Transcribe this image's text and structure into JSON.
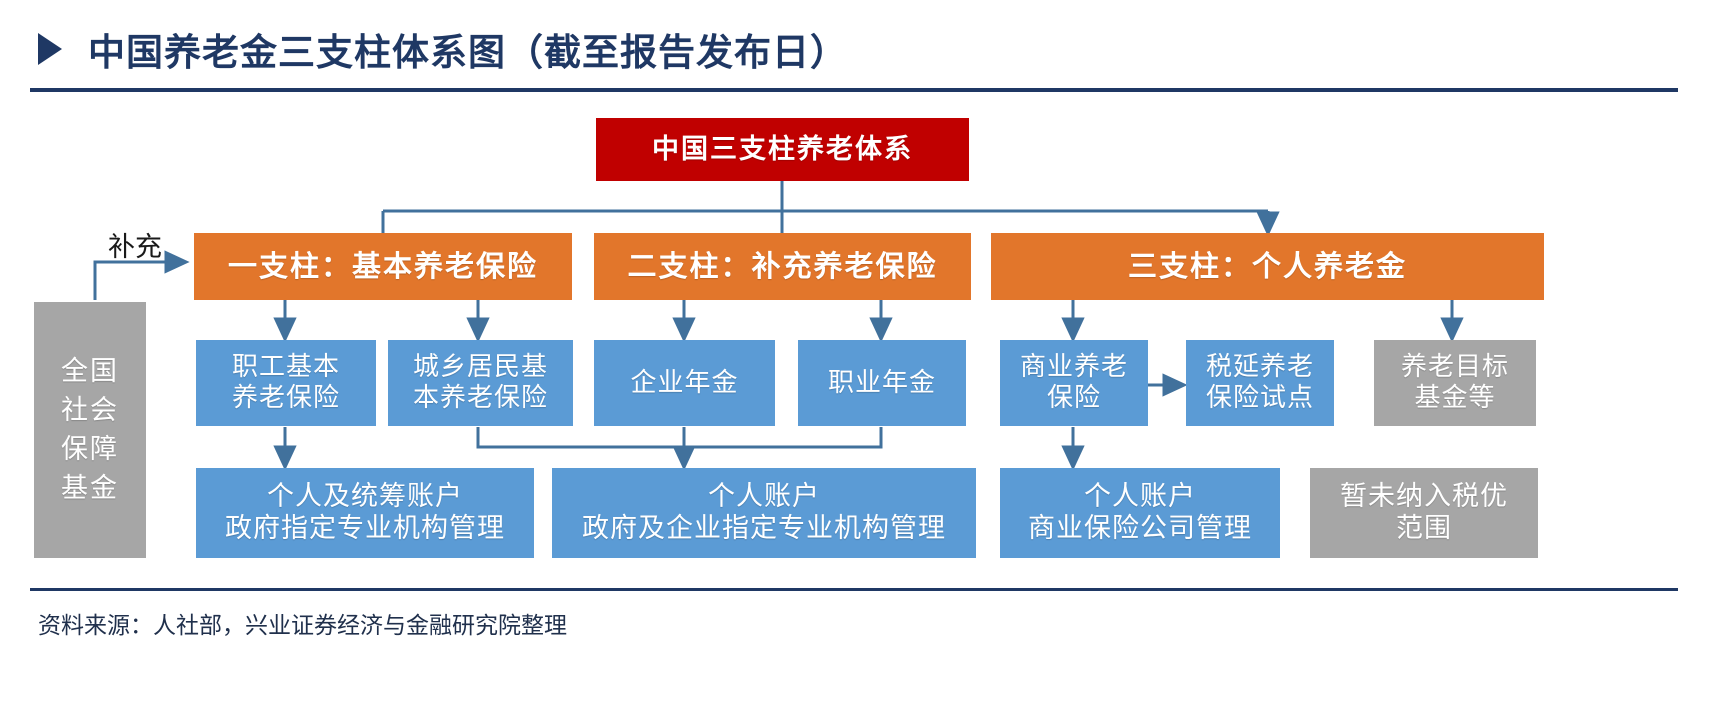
{
  "header": {
    "marker_icon": "triangle-right-icon",
    "title": "中国养老金三支柱体系图（截至报告发布日）"
  },
  "footer": {
    "source": "资料来源：人社部，兴业证券经济与金融研究院整理"
  },
  "colors": {
    "title": "#1F3864",
    "root": "#C00000",
    "pillar": "#E2762B",
    "node": "#5B9BD5",
    "muted": "#A6A6A6",
    "connector": "#41719C"
  },
  "diagram": {
    "root": {
      "label": "中国三支柱养老体系"
    },
    "supplement_label": "补充",
    "ssf": {
      "lines": [
        "全国",
        "社会",
        "保障",
        "基金"
      ]
    },
    "pillars": [
      {
        "label": "一支柱：基本养老保险"
      },
      {
        "label": "二支柱：补充养老保险"
      },
      {
        "label": "三支柱：个人养老金"
      }
    ],
    "nodes": [
      {
        "lines": [
          "职工基本",
          "养老保险"
        ],
        "color": "blue"
      },
      {
        "lines": [
          "城乡居民基",
          "本养老保险"
        ],
        "color": "blue"
      },
      {
        "lines": [
          "企业年金"
        ],
        "color": "blue"
      },
      {
        "lines": [
          "职业年金"
        ],
        "color": "blue"
      },
      {
        "lines": [
          "商业养老",
          "保险"
        ],
        "color": "blue"
      },
      {
        "lines": [
          "税延养老",
          "保险试点"
        ],
        "color": "blue"
      },
      {
        "lines": [
          "养老目标",
          "基金等"
        ],
        "color": "gray"
      }
    ],
    "accounts": [
      {
        "lines": [
          "个人及统筹账户",
          "政府指定专业机构管理"
        ],
        "color": "blue"
      },
      {
        "lines": [
          "个人账户",
          "政府及企业指定专业机构管理"
        ],
        "color": "blue"
      },
      {
        "lines": [
          "个人账户",
          "商业保险公司管理"
        ],
        "color": "blue"
      },
      {
        "lines": [
          "暂未纳入税优",
          "范围"
        ],
        "color": "gray"
      }
    ]
  }
}
